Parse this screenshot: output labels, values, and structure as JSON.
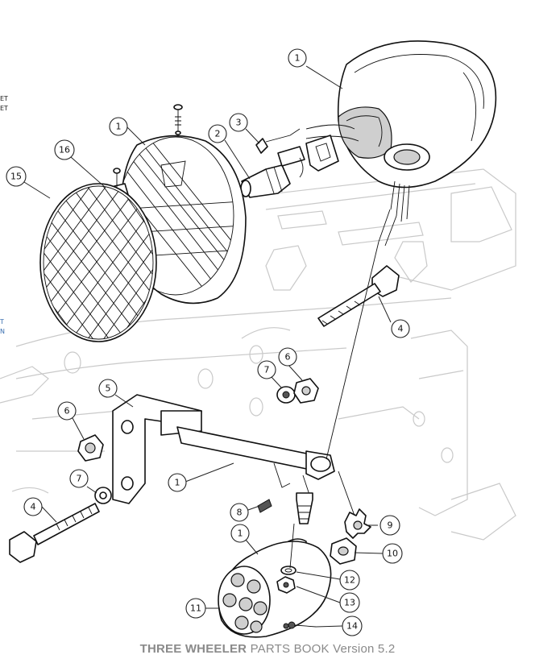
{
  "footer": {
    "title_bold": "THREE WHEELER",
    "title_rest": " PARTS BOOK",
    "version": "Version 5.2"
  },
  "edge_fragments": [
    "ET",
    "ET",
    "T",
    "N"
  ],
  "callouts": [
    {
      "id": "c1a",
      "label": "1"
    },
    {
      "id": "c1b",
      "label": "1"
    },
    {
      "id": "c2",
      "label": "2"
    },
    {
      "id": "c3",
      "label": "3"
    },
    {
      "id": "c16",
      "label": "16"
    },
    {
      "id": "c15",
      "label": "15"
    },
    {
      "id": "c4a",
      "label": "4"
    },
    {
      "id": "c6a",
      "label": "6"
    },
    {
      "id": "c7a",
      "label": "7"
    },
    {
      "id": "c5",
      "label": "5"
    },
    {
      "id": "c6b",
      "label": "6"
    },
    {
      "id": "c7b",
      "label": "7"
    },
    {
      "id": "c1c",
      "label": "1"
    },
    {
      "id": "c4b",
      "label": "4"
    },
    {
      "id": "c8",
      "label": "8"
    },
    {
      "id": "c9",
      "label": "9"
    },
    {
      "id": "c1d",
      "label": "1"
    },
    {
      "id": "c10",
      "label": "10"
    },
    {
      "id": "c12",
      "label": "12"
    },
    {
      "id": "c11",
      "label": "11"
    },
    {
      "id": "c13",
      "label": "13"
    },
    {
      "id": "c14",
      "label": "14"
    }
  ]
}
